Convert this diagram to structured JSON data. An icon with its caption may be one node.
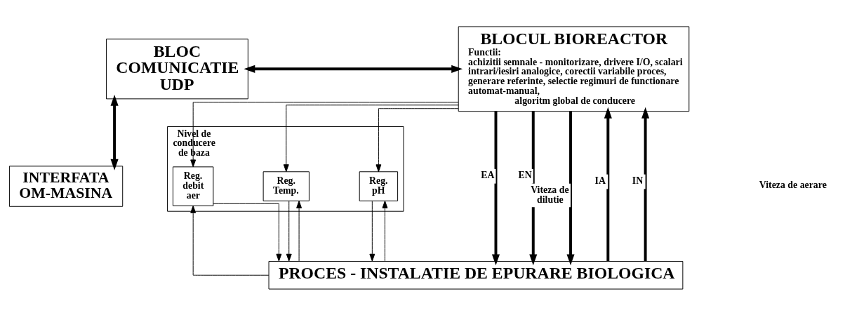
{
  "diagram": {
    "nodes": [
      {
        "text": [
          "BLOC COMUNICATIE UDP"
        ]
      },
      {
        "text": [
          "INTERFATA OM-MASINA"
        ]
      },
      {
        "text": [
          "BLOCUL BIOREACTOR",
          "Functii:",
          "achizitii semnale - monitorizare, drivere I/O, scalari intrari/iesiri analogice, corectii variabile proces, generare referinte, selectie regimuri de functionare automat-manual,",
          "algoritm global de conducere"
        ]
      },
      {
        "text": [
          "Nivel de conducere de baza"
        ]
      },
      {
        "text": [
          "Reg. pH"
        ],
        "in": 3
      },
      {
        "text": [
          "Reg. Temp."
        ],
        "in": 3
      },
      {
        "text": [
          "Reg. debit aer"
        ],
        "in": 3
      },
      {
        "text": [
          "PROCES - INSTALATIE DE EPURARE BIOLOGICA"
        ]
      }
    ],
    "edges": [
      {
        "from": 0,
        "to": 2,
        "arrow": "both",
        "style": "thick"
      },
      {
        "from": 0,
        "to": 1,
        "arrow": "both",
        "style": "thick"
      },
      {
        "from": 2,
        "to": 4,
        "arrow": "to"
      },
      {
        "from": 2,
        "to": 5,
        "arrow": "to"
      },
      {
        "from": 2,
        "to": 6,
        "arrow": "to"
      },
      {
        "from": 4,
        "to": 7,
        "arrow": "to"
      },
      {
        "from": 7,
        "to": 4,
        "arrow": "to"
      },
      {
        "from": 5,
        "to": 7,
        "arrow": "to"
      },
      {
        "from": 7,
        "to": 5,
        "arrow": "to"
      },
      {
        "from": 6,
        "to": 7,
        "arrow": "to"
      },
      {
        "from": 7,
        "to": 6,
        "arrow": "to"
      },
      {
        "from": 7,
        "to": 2,
        "arrow": "to",
        "label": "IA",
        "style": "thick"
      },
      {
        "from": 7,
        "to": 2,
        "arrow": "to",
        "label": "IN",
        "style": "thick"
      },
      {
        "from": 2,
        "to": 7,
        "arrow": "to",
        "label": "EA",
        "style": "thick"
      },
      {
        "from": 2,
        "to": 7,
        "arrow": "to",
        "label": "EN",
        "style": "thick"
      },
      {
        "from": 2,
        "to": 7,
        "arrow": "to",
        "label": "Viteza de dilutie",
        "style": "thick"
      }
    ],
    "labels": [
      "Viteza de aerare"
    ]
  }
}
